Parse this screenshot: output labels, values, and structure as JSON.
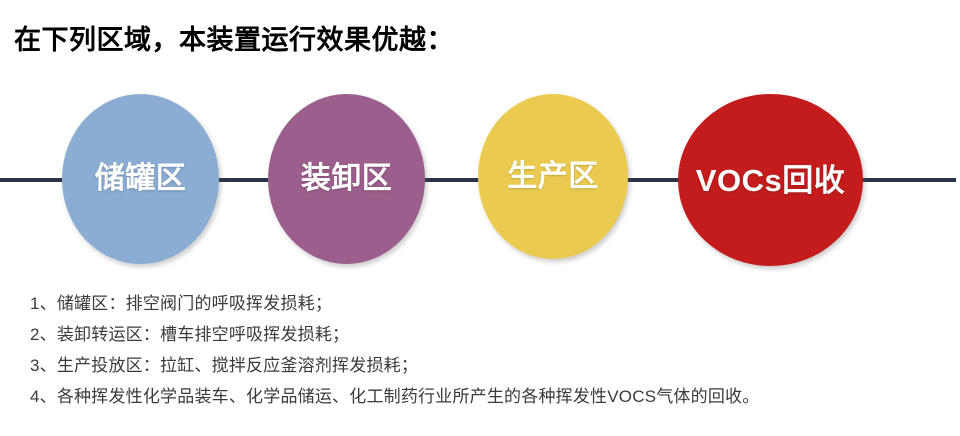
{
  "page": {
    "title": "在下列区域，本装置运行效果优越："
  },
  "flow": {
    "connector_color": "#2e3248",
    "nodes": [
      {
        "label": "储罐区",
        "color": "#8bacd3",
        "icon": "circle-node"
      },
      {
        "label": "装卸区",
        "color": "#9c5e8c",
        "icon": "circle-node"
      },
      {
        "label": "生产区",
        "color": "#ebcb4f",
        "icon": "circle-node"
      },
      {
        "label": "VOCs回收",
        "color": "#c41c1c",
        "icon": "circle-node"
      }
    ]
  },
  "notes": [
    "1、储罐区：排空阀门的呼吸挥发损耗；",
    "2、装卸转运区：槽车排空呼吸挥发损耗；",
    "3、生产投放区：拉缸、搅拌反应釜溶剂挥发损耗；",
    "4、各种挥发性化学品装车、化学品储运、化工制药行业所产生的各种挥发性VOCS气体的回收。"
  ]
}
